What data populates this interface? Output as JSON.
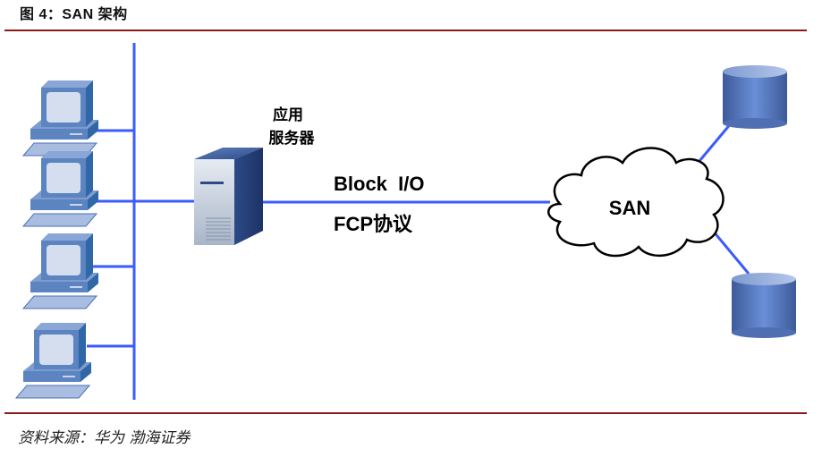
{
  "figure": {
    "title": "图 4：SAN 架构",
    "source": "资料来源：华为 渤海证券"
  },
  "diagram": {
    "nodes": {
      "clients": [
        {
          "name": "client-1",
          "icon": "desktop-computer-icon"
        },
        {
          "name": "client-2",
          "icon": "desktop-computer-icon"
        },
        {
          "name": "client-3",
          "icon": "desktop-computer-icon"
        },
        {
          "name": "client-4",
          "icon": "desktop-computer-icon"
        }
      ],
      "server": {
        "label_line1": "应用",
        "label_line2": "服务器",
        "icon": "server-tower-icon"
      },
      "san": {
        "label": "SAN",
        "icon": "cloud-icon"
      },
      "storage": [
        {
          "name": "storage-1",
          "icon": "database-cylinder-icon"
        },
        {
          "name": "storage-2",
          "icon": "database-cylinder-icon"
        }
      ]
    },
    "link_labels": {
      "top": "Block  I/O",
      "bottom": "FCP协议"
    },
    "colors": {
      "link": "#3b5bfd",
      "device_blue": "#4a72b5",
      "rule": "#8b1a1a"
    }
  }
}
